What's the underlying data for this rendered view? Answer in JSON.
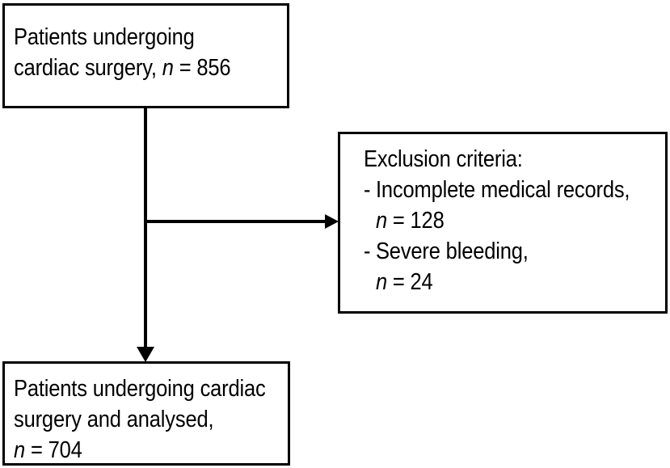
{
  "figure": {
    "type": "flowchart",
    "orientation": "vertical-with-right-branch",
    "background_color": "#ffffff",
    "line_color": "#000000",
    "text_color": "#000000"
  },
  "nodes": {
    "enrolled": {
      "id": "enrolled",
      "line1": "Patients undergoing",
      "line2_prefix": "cardiac surgery, ",
      "line2_symbol": "n",
      "line2_suffix": " = 856",
      "count": 856
    },
    "exclusion": {
      "id": "exclusion",
      "heading": "Exclusion criteria:",
      "items": [
        {
          "bullet": "-",
          "label": "Incomplete medical records,",
          "symbol": "n",
          "value": " = 128",
          "count": 128
        },
        {
          "bullet": "-",
          "label": "Severe bleeding,",
          "symbol": "n",
          "value": " = 24",
          "count": 24
        }
      ]
    },
    "analysed": {
      "id": "analysed",
      "line1": "Patients undergoing cardiac",
      "line2": "surgery and analysed,",
      "line3_symbol": "n",
      "line3_suffix": " = 704",
      "count": 704
    }
  },
  "edges": [
    {
      "id": "enrolled-to-exclusion",
      "from": "enrolled",
      "to": "exclusion",
      "direction": "right",
      "arrowhead": "filled-triangle"
    },
    {
      "id": "enrolled-to-analysed",
      "from": "enrolled",
      "to": "analysed",
      "direction": "down",
      "arrowhead": "filled-triangle"
    }
  ]
}
